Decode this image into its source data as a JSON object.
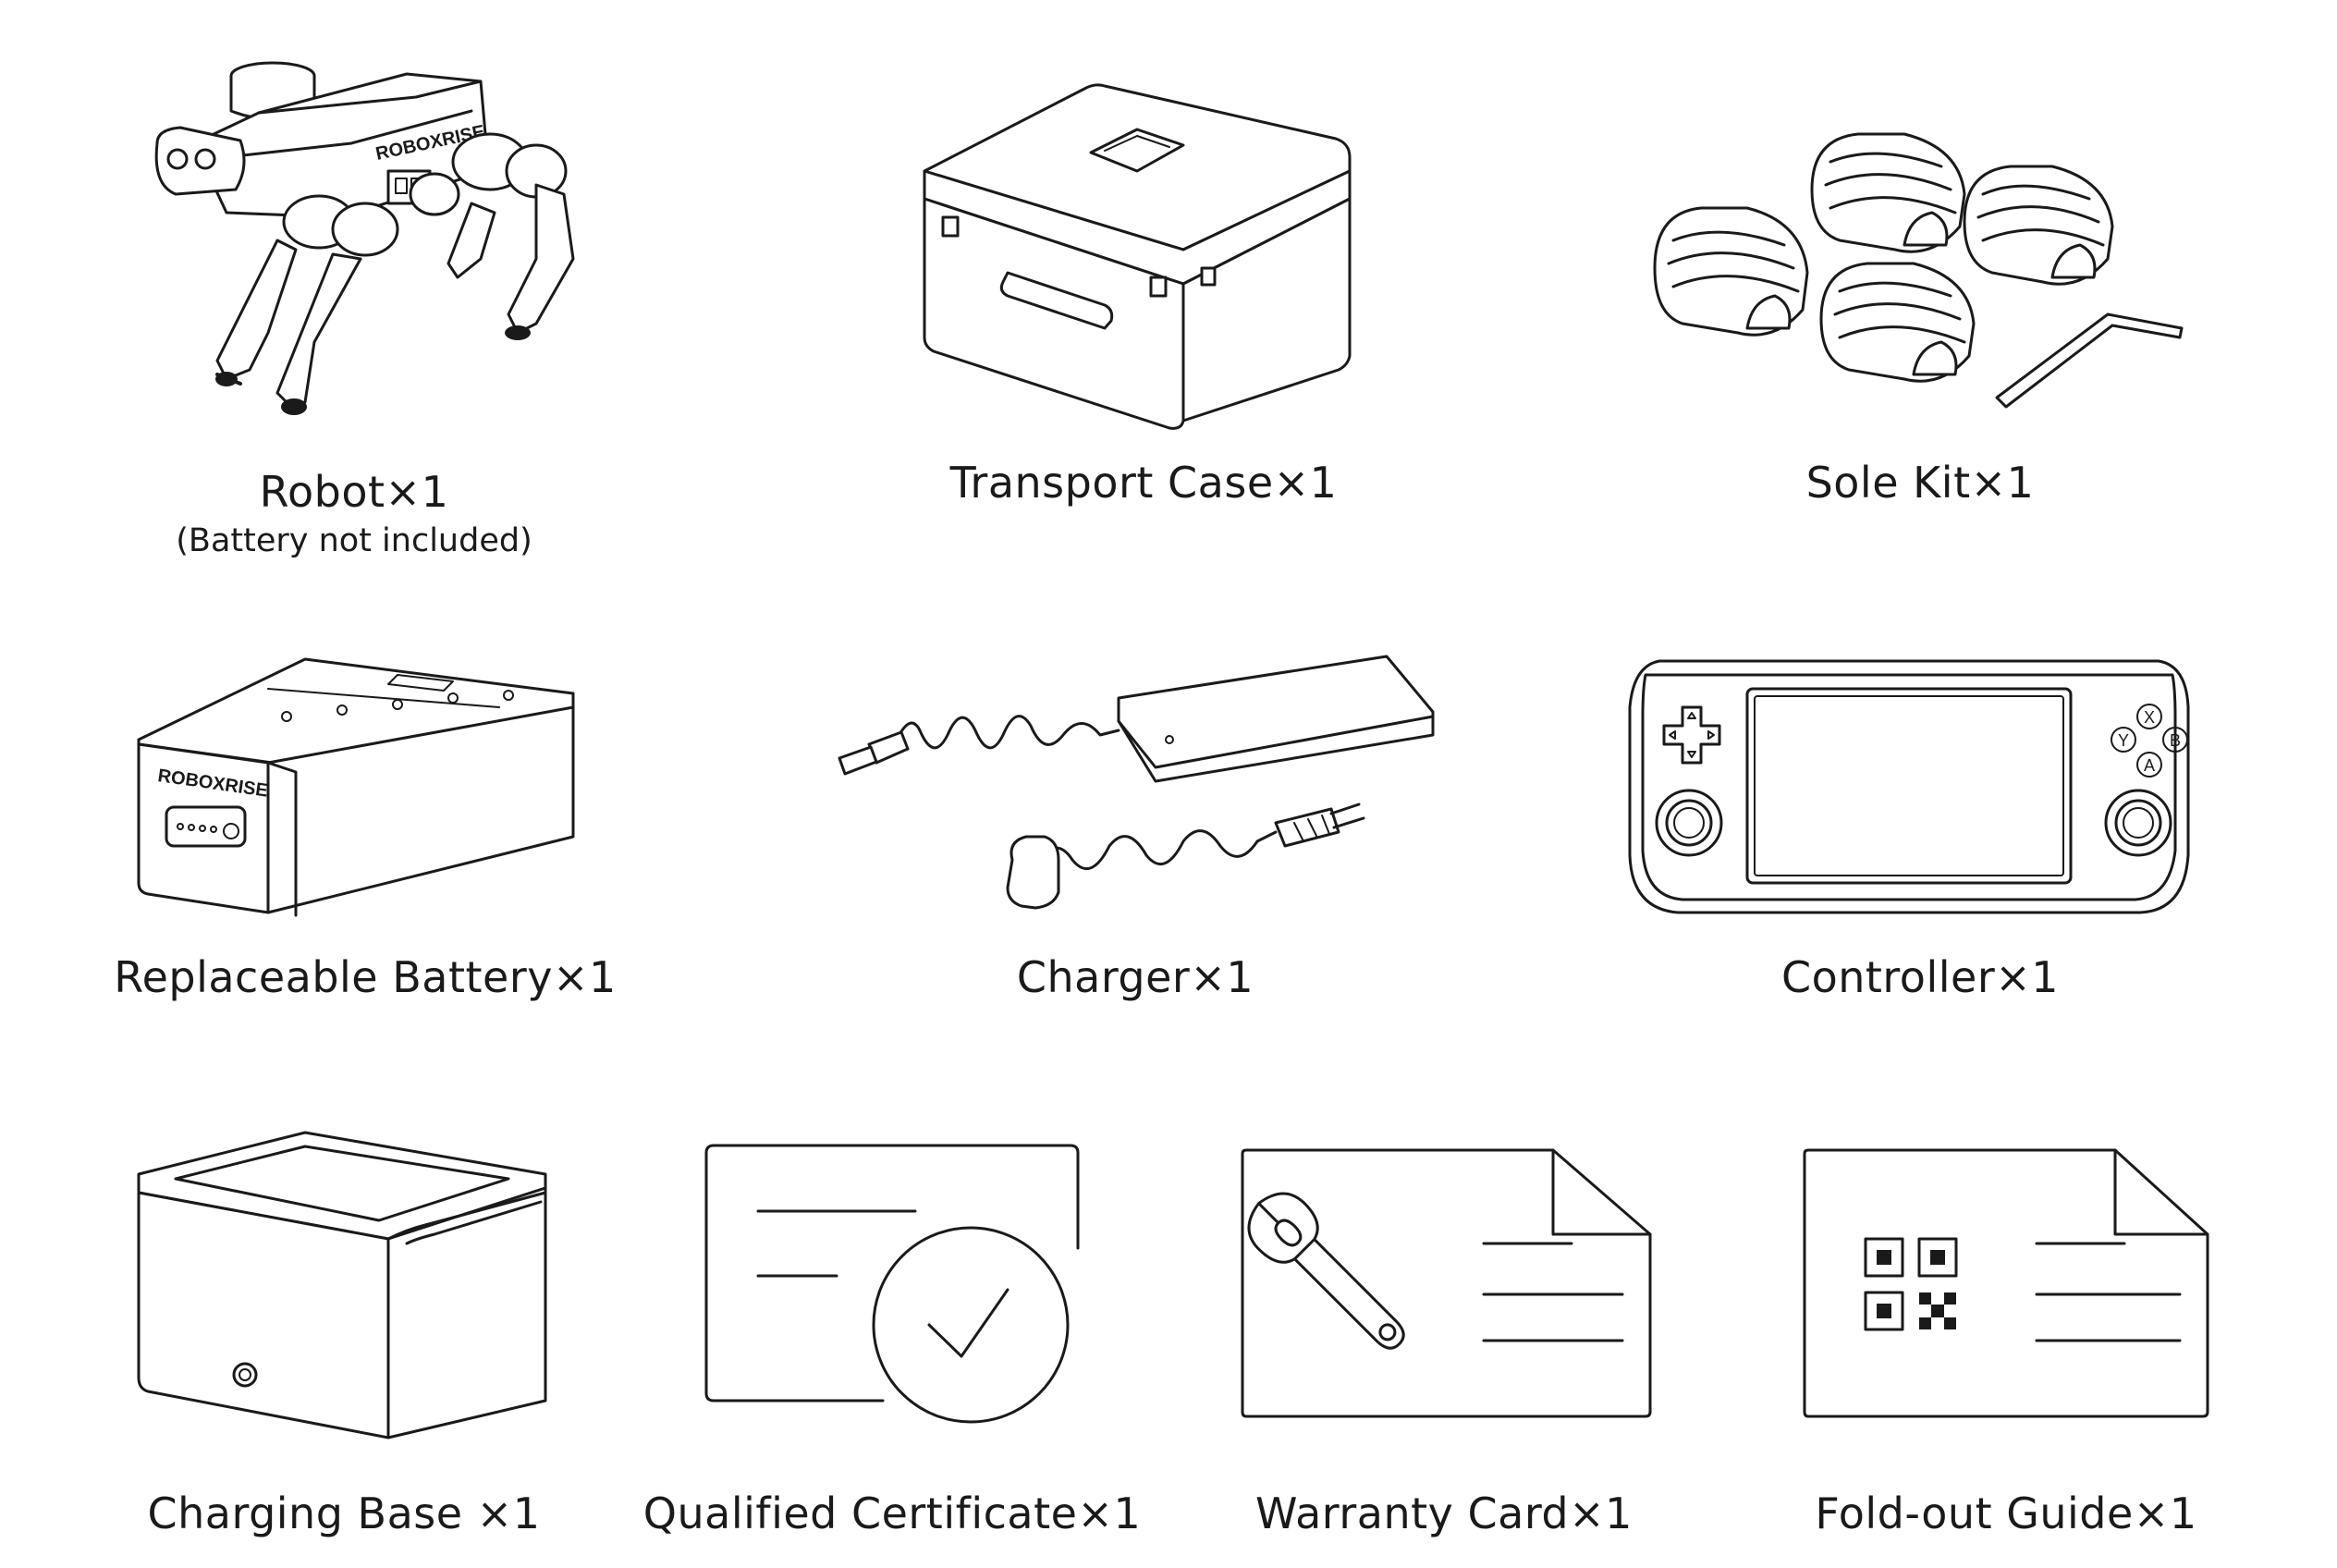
{
  "items": [
    {
      "key": "robot",
      "label": "Robot×1",
      "note": "(Battery not included)",
      "brand": "ROBOXRISE",
      "icon": "robot-dog-icon"
    },
    {
      "key": "transport_case",
      "label": "Transport Case×1",
      "icon": "transport-case-icon"
    },
    {
      "key": "sole_kit",
      "label": "Sole Kit×1",
      "icon": "sole-kit-icon"
    },
    {
      "key": "battery",
      "label": "Replaceable Battery×1",
      "brand": "ROBOXRISE",
      "icon": "battery-icon"
    },
    {
      "key": "charger",
      "label": "Charger×1",
      "icon": "charger-icon"
    },
    {
      "key": "controller",
      "label": "Controller×1",
      "buttons": [
        "X",
        "Y",
        "B",
        "A"
      ],
      "icon": "controller-icon"
    },
    {
      "key": "charging_base",
      "label": "Charging Base ×1",
      "icon": "charging-base-icon"
    },
    {
      "key": "certificate",
      "label": "Qualified Certificate×1",
      "icon": "certificate-icon"
    },
    {
      "key": "warranty",
      "label": "Warranty Card×1",
      "icon": "warranty-card-icon"
    },
    {
      "key": "guide",
      "label": "Fold-out Guide×1",
      "icon": "fold-out-guide-icon"
    }
  ]
}
